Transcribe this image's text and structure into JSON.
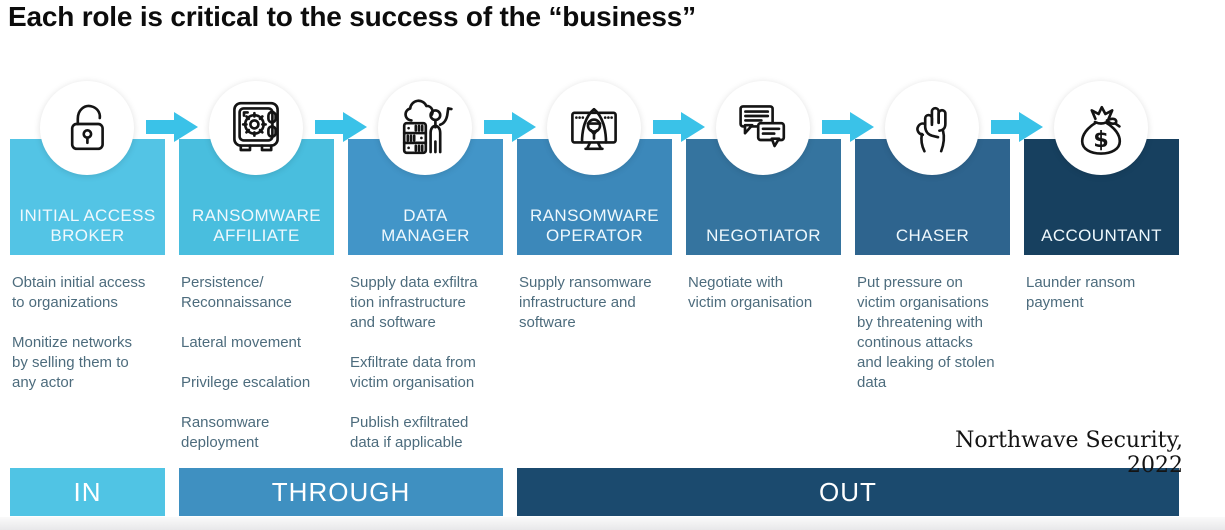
{
  "slide": {
    "title": "Each role is critical to the success of the “business”",
    "credit": "Northwave Security, 2022"
  },
  "arrow_color": "#3ac2e8",
  "text_color": "#4d6c7d",
  "columns": [
    {
      "id": "initial-access-broker",
      "title": "INITIAL ACCESS\nBROKER",
      "icon": "padlock-icon",
      "color": "#53c4e5",
      "details": "Obtain initial access\nto organizations\n\nMonitize networks\nby selling them to\nany actor"
    },
    {
      "id": "ransomware-affiliate",
      "title": "RANSOMWARE\nAFFILIATE",
      "icon": "safe-icon",
      "color": "#49bede",
      "details": "Persistence/\nReconnaissance\n\nLateral movement\n\nPrivilege escalation\n\nRansomware\ndeployment"
    },
    {
      "id": "data-manager",
      "title": "DATA\nMANAGER",
      "icon": "cloud-server-person-icon",
      "color": "#4295c8",
      "details": "Supply data exfiltra\ntion infrastructure\nand software\n\nExfiltrate data from\nvictim organisation\n\nPublish exfiltrated\ndata if applicable"
    },
    {
      "id": "ransomware-operator",
      "title": "RANSOMWARE\nOPERATOR",
      "icon": "hooded-hacker-monitor-icon",
      "color": "#3c88ba",
      "details": "Supply ransomware\ninfrastructure and\nsoftware"
    },
    {
      "id": "negotiator",
      "title": "NEGOTIATOR",
      "icon": "chat-bubbles-icon",
      "color": "#35749f",
      "details": "Negotiate with\nvictim organisation"
    },
    {
      "id": "chaser",
      "title": "CHASER",
      "icon": "raised-fist-icon",
      "color": "#2e648e",
      "details": "Put pressure on\nvictim organisations\nby threatening with\ncontinous attacks\nand leaking of stolen\ndata"
    },
    {
      "id": "accountant",
      "title": "ACCOUNTANT",
      "icon": "money-bag-icon",
      "color": "#17405f",
      "details": "Launder ransom\npayment"
    }
  ],
  "flow_bars": [
    {
      "label": "IN",
      "color": "#50c4e4"
    },
    {
      "label": "THROUGH",
      "color": "#3f90c1"
    },
    {
      "label": "OUT",
      "color": "#1b4a6e"
    }
  ]
}
